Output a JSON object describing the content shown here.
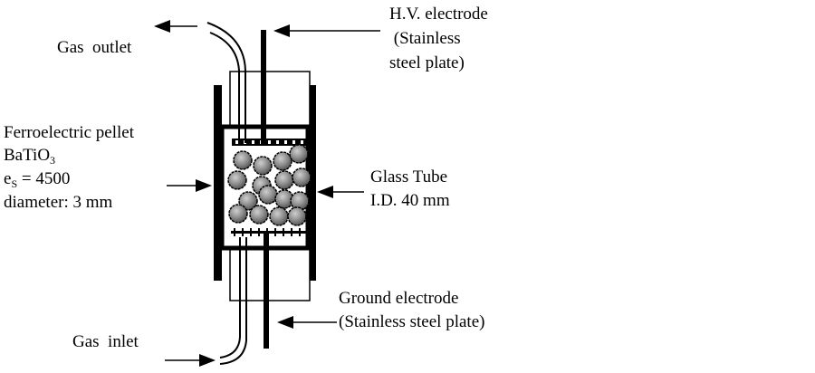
{
  "diagram": {
    "title": "Packed-bed ferroelectric reactor",
    "colors": {
      "line": "#000000",
      "pellet": "#808080",
      "background": "#ffffff"
    },
    "labels": {
      "gas_outlet": "Gas  outlet",
      "hv_electrode": {
        "line1": "H.V. electrode",
        "line2": " (Stainless",
        "line3": "steel plate)"
      },
      "pellet": {
        "line1": "Ferroelectric pellet",
        "formula_main": "BaTiO",
        "formula_sub": "3",
        "permittivity_symbol": "e",
        "permittivity_sub": "S",
        "permittivity_value": " = 4500",
        "diameter": "diameter: 3 mm"
      },
      "glass_tube": {
        "line1": "Glass Tube",
        "line2": "I.D. 40 mm"
      },
      "ground_electrode": {
        "line1": "Ground electrode",
        "line2": "(Stainless steel plate)"
      },
      "gas_inlet": "Gas  inlet"
    }
  }
}
